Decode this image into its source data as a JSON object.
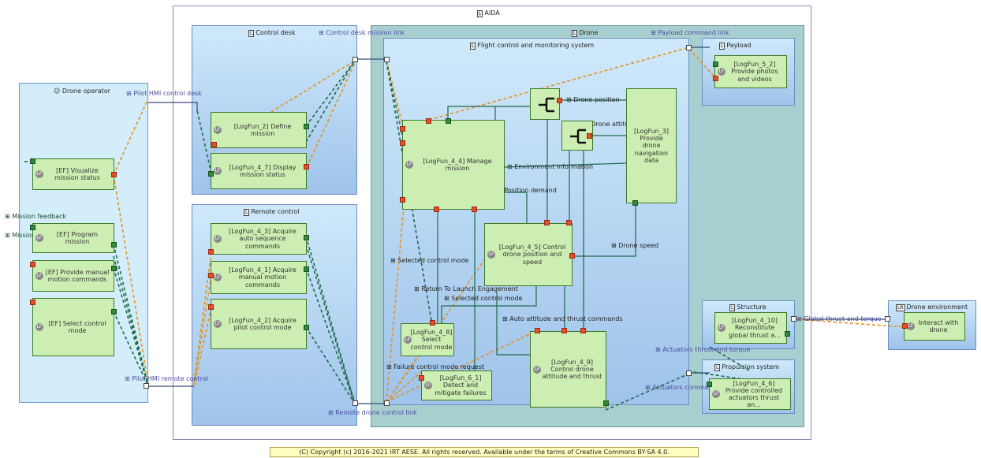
{
  "system": {
    "label": "AIDA"
  },
  "containers": {
    "drone_operator": "Drone operator",
    "control_desk": "Control desk",
    "remote_control": "Remote control",
    "drone": "Drone",
    "fcms": "Flight control and monitoring system",
    "payload": "Payload",
    "structure": "Structure",
    "propulsion": "Propulsion system",
    "drone_env": "Drone environment"
  },
  "functions": {
    "ef_visualize": "[EF] Visualize mission status",
    "ef_program": "[EF] Program mission",
    "ef_manual": "[EF] Provide manual motion commands",
    "ef_select": "[EF] Select control mode",
    "lf_2": "[LogFun_2] Define mission",
    "lf_4_7": "[LogFun_4_7] Display mission status",
    "lf_4_3": "[LogFun_4_3] Acquire auto sequence commands",
    "lf_4_1": "[LogFun_4_1] Acquire manual motion commands",
    "lf_4_2": "[LogFun_4_2] Acquire pilot control mode",
    "lf_4_4": "[LogFun_4_4] Manage mission",
    "lf_3": "[LogFun_3] Provide drone navigation data",
    "lf_4_5": "[LogFun_4_5] Control drone position and speed",
    "lf_4_8": "[LogFun_4_8] Select control mode",
    "lf_6_1": "[LogFun_6_1] Detect and mitigate failures",
    "lf_4_9": "[LogFun_4_9] Control drone attitude and thrust",
    "lf_5_2": "[LogFun_5_2] Provide photos and videos",
    "lf_4_10": "[LogFun_4_10] Reconstitute global thrust a...",
    "lf_4_6": "[LogFun_4_6] Provide controlled actuators thrust an...",
    "env_fn": "Interact with drone",
    "fn_icon": "LF"
  },
  "exchanges": {
    "pilot_hmi_desk": "Pilot HMI control desk",
    "mission_feedback_1": "Mission feedback",
    "mission_feedback_2": "Mission feedback",
    "pilot_hmi_remote": "Pilot HMI remote control",
    "desk_mission_link": "Control desk mission link",
    "payload_cmd_link": "Payload command link",
    "remote_drone_link": "Remote drone control link",
    "drone_position": "Drone position",
    "drone_attitude": "Drone attitude",
    "env_info": "Environment information",
    "position_demand": "Position demand",
    "drone_speed": "Drone speed",
    "selected_mode_1": "Selected control mode",
    "rtl_engagement": "Return To Launch Engagement",
    "selected_mode_2": "Selected control mode",
    "auto_att_thrust": "Auto attitude and thrust commands",
    "failure_request": "Failure control mode request",
    "actuators_thrust_torque": "Actuators thrust and torque",
    "actuators_command": "Actuators command",
    "global_thrust_torque": "Global thrust and torque"
  },
  "copyright": "(C) Copyright (c) 2016-2021 IRT AESE. All rights reserved. Available under the terms of Creative Commons BY-SA 4.0.",
  "colors": {
    "exchange_orange": "#e8901a",
    "exchange_green": "#1e6a4a",
    "function_fill": "#cdeeb2",
    "container_blue": "#a9cdf0",
    "drone_teal": "#a8cfcf"
  }
}
